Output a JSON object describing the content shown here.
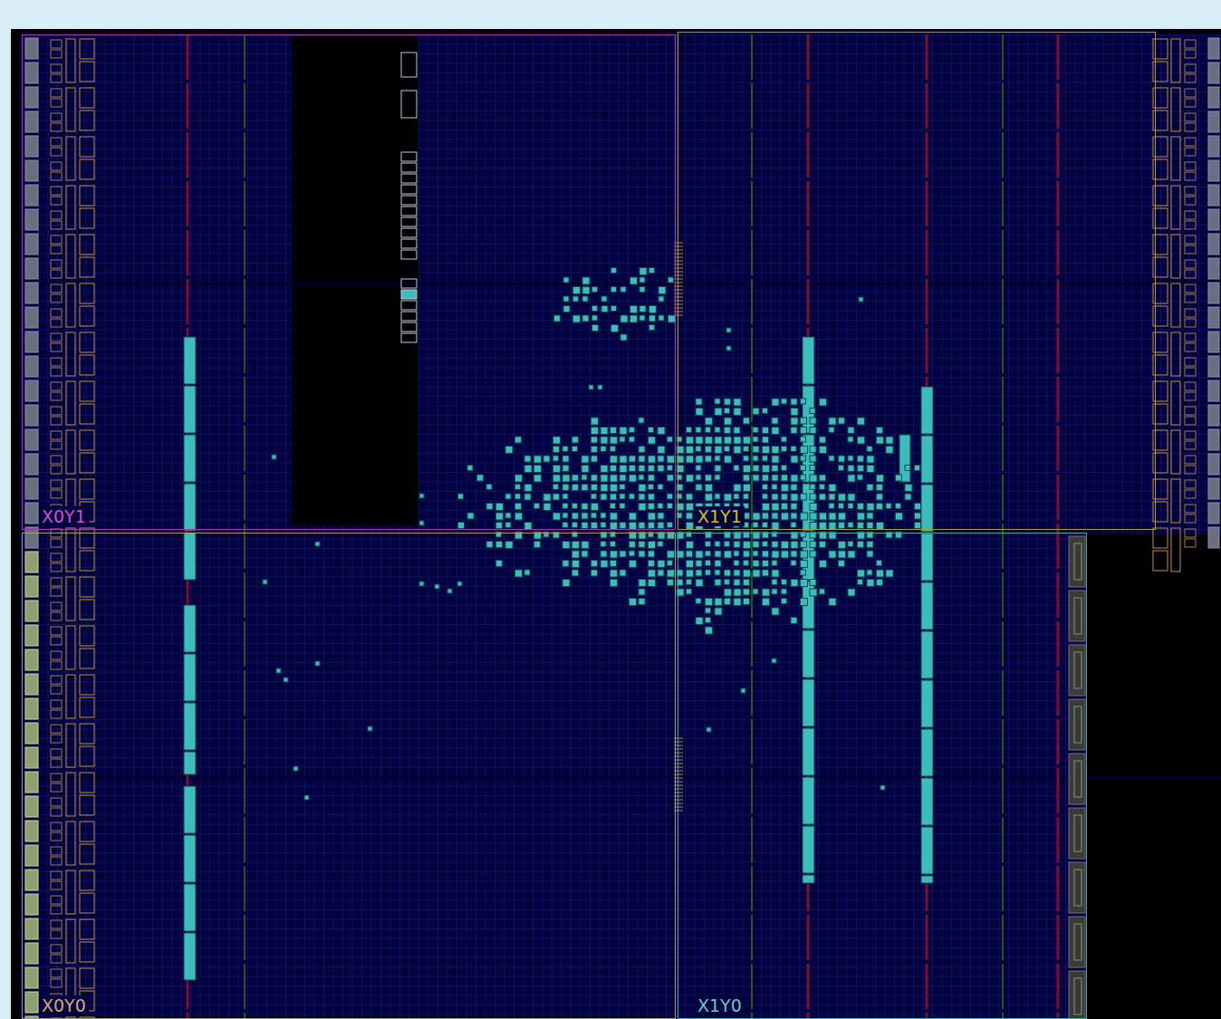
{
  "diagram": {
    "nodes": [
      {
        "text": [
          "X0Y1"
        ]
      },
      {
        "text": [
          "X1Y1"
        ]
      },
      {
        "text": [
          "X0Y0"
        ]
      },
      {
        "text": [
          "X1Y0"
        ]
      }
    ]
  }
}
